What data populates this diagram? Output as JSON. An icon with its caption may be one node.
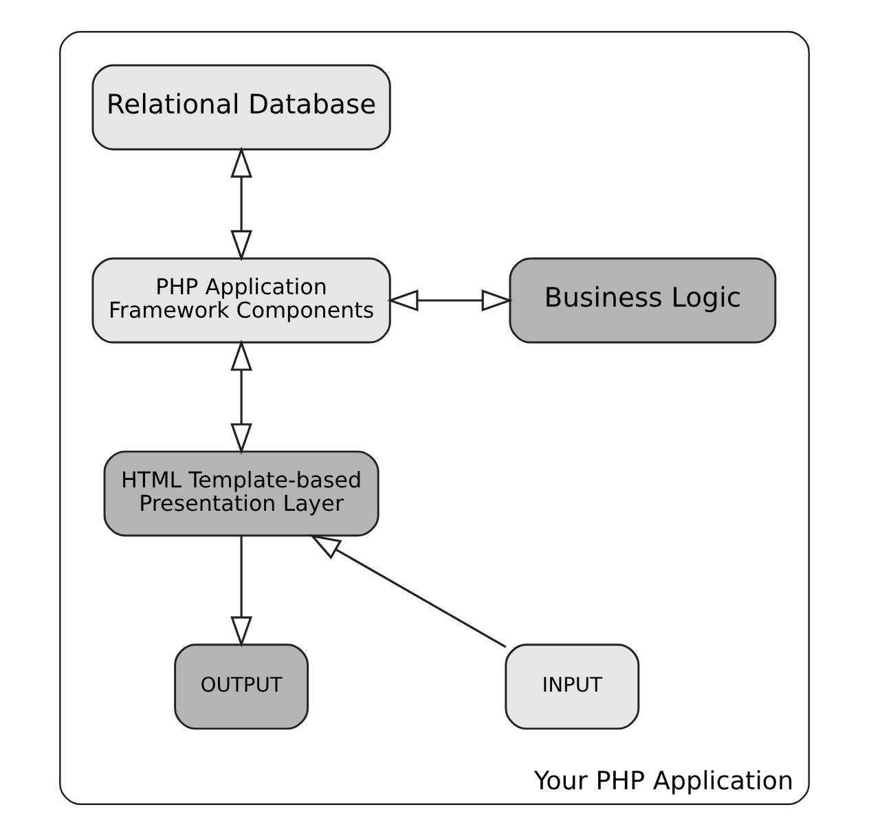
{
  "diagram": {
    "nodes": [
      {
        "text": [
          "Your PHP Application"
        ]
      },
      {
        "text": [
          "Relational Database"
        ],
        "in": 0
      },
      {
        "text": [
          "PHP Application Framework Components"
        ],
        "in": 0
      },
      {
        "text": [
          "Business Logic"
        ],
        "in": 0
      },
      {
        "text": [
          "HTML Template-based Presentation Layer"
        ],
        "in": 0
      },
      {
        "text": [
          "INPUT"
        ],
        "in": 0
      },
      {
        "text": [
          "OUTPUT"
        ],
        "in": 0
      }
    ],
    "edges": [
      {
        "from": 1,
        "to": 2,
        "arrow": "both"
      },
      {
        "from": 2,
        "to": 3,
        "arrow": "both"
      },
      {
        "from": 2,
        "to": 4,
        "arrow": "both"
      },
      {
        "from": 5,
        "to": 4,
        "arrow": "to"
      },
      {
        "from": 4,
        "to": 6,
        "arrow": "to"
      }
    ]
  }
}
